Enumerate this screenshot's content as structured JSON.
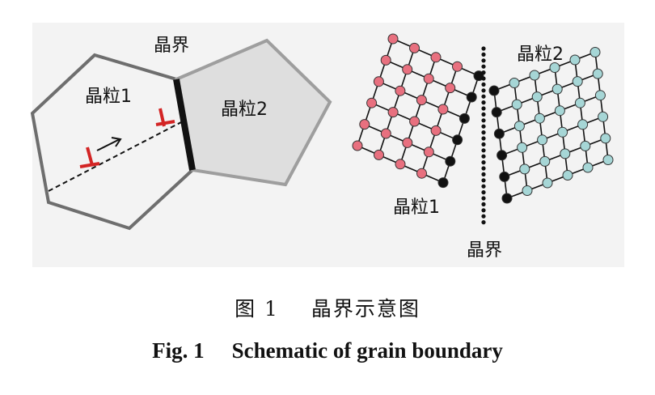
{
  "left_panel": {
    "boundary_label": "晶界",
    "grain1_label": "晶粒1",
    "grain2_label": "晶粒2"
  },
  "right_panel": {
    "grain1_label": "晶粒1",
    "grain2_label": "晶粒2",
    "boundary_label": "晶界"
  },
  "caption": {
    "cn_number": "图 1",
    "cn_text": "晶界示意图",
    "en_number": "Fig. 1",
    "en_text": "Schematic of grain boundary"
  },
  "colors": {
    "grain1_atom": "#e8707f",
    "grain2_atom": "#a6d6d6",
    "boundary_atom": "#111111",
    "dislocation": "#d32424",
    "grain2_fill": "#dedede"
  }
}
